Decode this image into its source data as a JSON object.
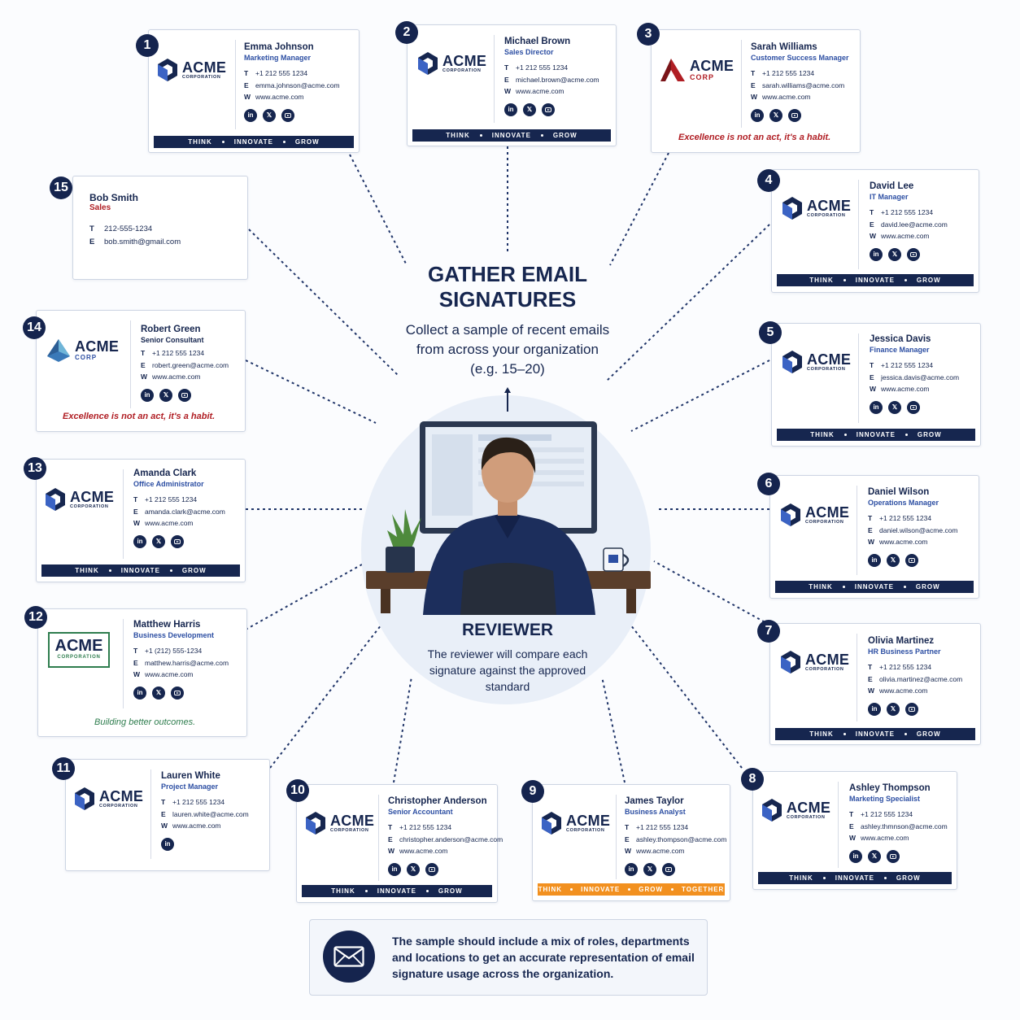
{
  "center": {
    "title_line1": "GATHER EMAIL",
    "title_line2": "SIGNATURES",
    "description": "Collect a sample of recent emails from across your organization (e.g. 15–20)"
  },
  "reviewer": {
    "title": "REVIEWER",
    "description": "The reviewer will compare each signature against the approved standard"
  },
  "note": {
    "text": "The sample should include a mix of roles, departments and locations to get an accurate representation of email signature usage across the organization.",
    "icon": "envelope-icon"
  },
  "labels": {
    "phone": "T",
    "email": "E",
    "web": "W",
    "social_linkedin": "in",
    "social_x": "𝕏"
  },
  "colors": {
    "navy": "#16264f",
    "title_blue": "#2d4fa3",
    "acme_corp_red": "#b01e24",
    "orange_bar": "#f2901f",
    "green_quote": "#2e7d4e"
  },
  "signatures": [
    {
      "num": "1",
      "logo_main": "ACME",
      "logo_sub": "CORPORATION",
      "name": "Emma Johnson",
      "title": "Marketing Manager",
      "phone": "+1 212 555 1234",
      "email": "emma.johnson@acme.com",
      "web": "www.acme.com",
      "bar": [
        "THINK",
        "INNOVATE",
        "GROW"
      ]
    },
    {
      "num": "2",
      "logo_main": "ACME",
      "logo_sub": "CORPORATION",
      "name": "Michael Brown",
      "title": "Sales Director",
      "phone": "+1 212 555 1234",
      "email": "michael.brown@acme.com",
      "web": "www.acme.com",
      "bar": [
        "THINK",
        "INNOVATE",
        "GROW"
      ]
    },
    {
      "num": "3",
      "logo_main": "ACME",
      "logo_sub": "CORP",
      "name": "Sarah Williams",
      "title": "Customer Success Manager",
      "phone": "+1 212 555 1234",
      "email": "sarah.williams@acme.com",
      "web": "www.acme.com",
      "quote": "Excellence is not an act, it's a habit."
    },
    {
      "num": "4",
      "logo_main": "ACME",
      "logo_sub": "CORPORATION",
      "name": "David Lee",
      "title": "IT Manager",
      "phone": "+1 212 555 1234",
      "email": "david.lee@acme.com",
      "web": "www.acme.com",
      "bar": [
        "THINK",
        "INNOVATE",
        "GROW"
      ]
    },
    {
      "num": "5",
      "logo_main": "ACME",
      "logo_sub": "CORPORATION",
      "name": "Jessica Davis",
      "title": "Finance Manager",
      "phone": "+1 212 555 1234",
      "email": "jessica.davis@acme.com",
      "web": "www.acme.com",
      "bar": [
        "THINK",
        "INNOVATE",
        "GROW"
      ]
    },
    {
      "num": "6",
      "logo_main": "ACME",
      "logo_sub": "CORPORATION",
      "name": "Daniel Wilson",
      "title": "Operations Manager",
      "phone": "+1 212 555 1234",
      "email": "daniel.wilson@acme.com",
      "web": "www.acme.com",
      "bar": [
        "THINK",
        "INNOVATE",
        "GROW"
      ]
    },
    {
      "num": "7",
      "logo_main": "ACME",
      "logo_sub": "CORPORATION",
      "name": "Olivia Martinez",
      "title": "HR Business Partner",
      "phone": "+1 212 555 1234",
      "email": "olivia.martinez@acme.com",
      "web": "www.acme.com",
      "bar": [
        "THINK",
        "INNOVATE",
        "GROW"
      ]
    },
    {
      "num": "8",
      "logo_main": "ACME",
      "logo_sub": "CORPORATION",
      "name": "Ashley Thompson",
      "title": "Marketing Specialist",
      "phone": "+1 212 555 1234",
      "email": "ashley.thmnson@acme.com",
      "web": "www.acme.com",
      "bar": [
        "THINK",
        "INNOVATE",
        "GROW"
      ]
    },
    {
      "num": "9",
      "logo_main": "ACME",
      "logo_sub": "CORPORATION",
      "name": "James Taylor",
      "title": "Business Analyst",
      "phone": "+1 212 555 1234",
      "email": "ashley.thompson@acme.com",
      "web": "www.acme.com",
      "bar": [
        "THINK",
        "INNOVATE",
        "GROW",
        "TOGETHER"
      ]
    },
    {
      "num": "10",
      "logo_main": "ACME",
      "logo_sub": "CORPORATION",
      "name": "Christopher Anderson",
      "title": "Senior Accountant",
      "phone": "+1 212 555 1234",
      "email": "christopher.anderson@acme.com",
      "web": "www.acme.com",
      "bar": [
        "THINK",
        "INNOVATE",
        "GROW"
      ]
    },
    {
      "num": "11",
      "logo_main": "ACME",
      "logo_sub": "CORPORATION",
      "name": "Lauren White",
      "title": "Project Manager",
      "phone": "+1 212 555 1234",
      "email": "lauren.white@acme.com",
      "web": "www.acme.com"
    },
    {
      "num": "12",
      "logo_main": "ACME",
      "logo_sub": "CORPORATION",
      "name": "Matthew Harris",
      "title": "Business Development",
      "phone": "+1 (212) 555-1234",
      "email": "matthew.harris@acme.com",
      "web": "www.acme.com",
      "quote": "Building better outcomes."
    },
    {
      "num": "13",
      "logo_main": "ACME",
      "logo_sub": "CORPORATION",
      "name": "Amanda Clark",
      "title": "Office Administrator",
      "phone": "+1 212 555 1234",
      "email": "amanda.clark@acme.com",
      "web": "www.acme.com",
      "bar": [
        "THINK",
        "INNOVATE",
        "GROW"
      ]
    },
    {
      "num": "14",
      "logo_main": "ACME",
      "logo_sub": "CORP",
      "name": "Robert Green",
      "title": "Senior Consultant",
      "phone": "+1 212 555 1234",
      "email": "robert.green@acme.com",
      "web": "www.acme.com",
      "quote": "Excellence is not an act, it's a habit."
    },
    {
      "num": "15",
      "name": "Bob Smith",
      "title": "Sales",
      "phone": "212-555-1234",
      "email": "bob.smith@gmail.com"
    }
  ]
}
